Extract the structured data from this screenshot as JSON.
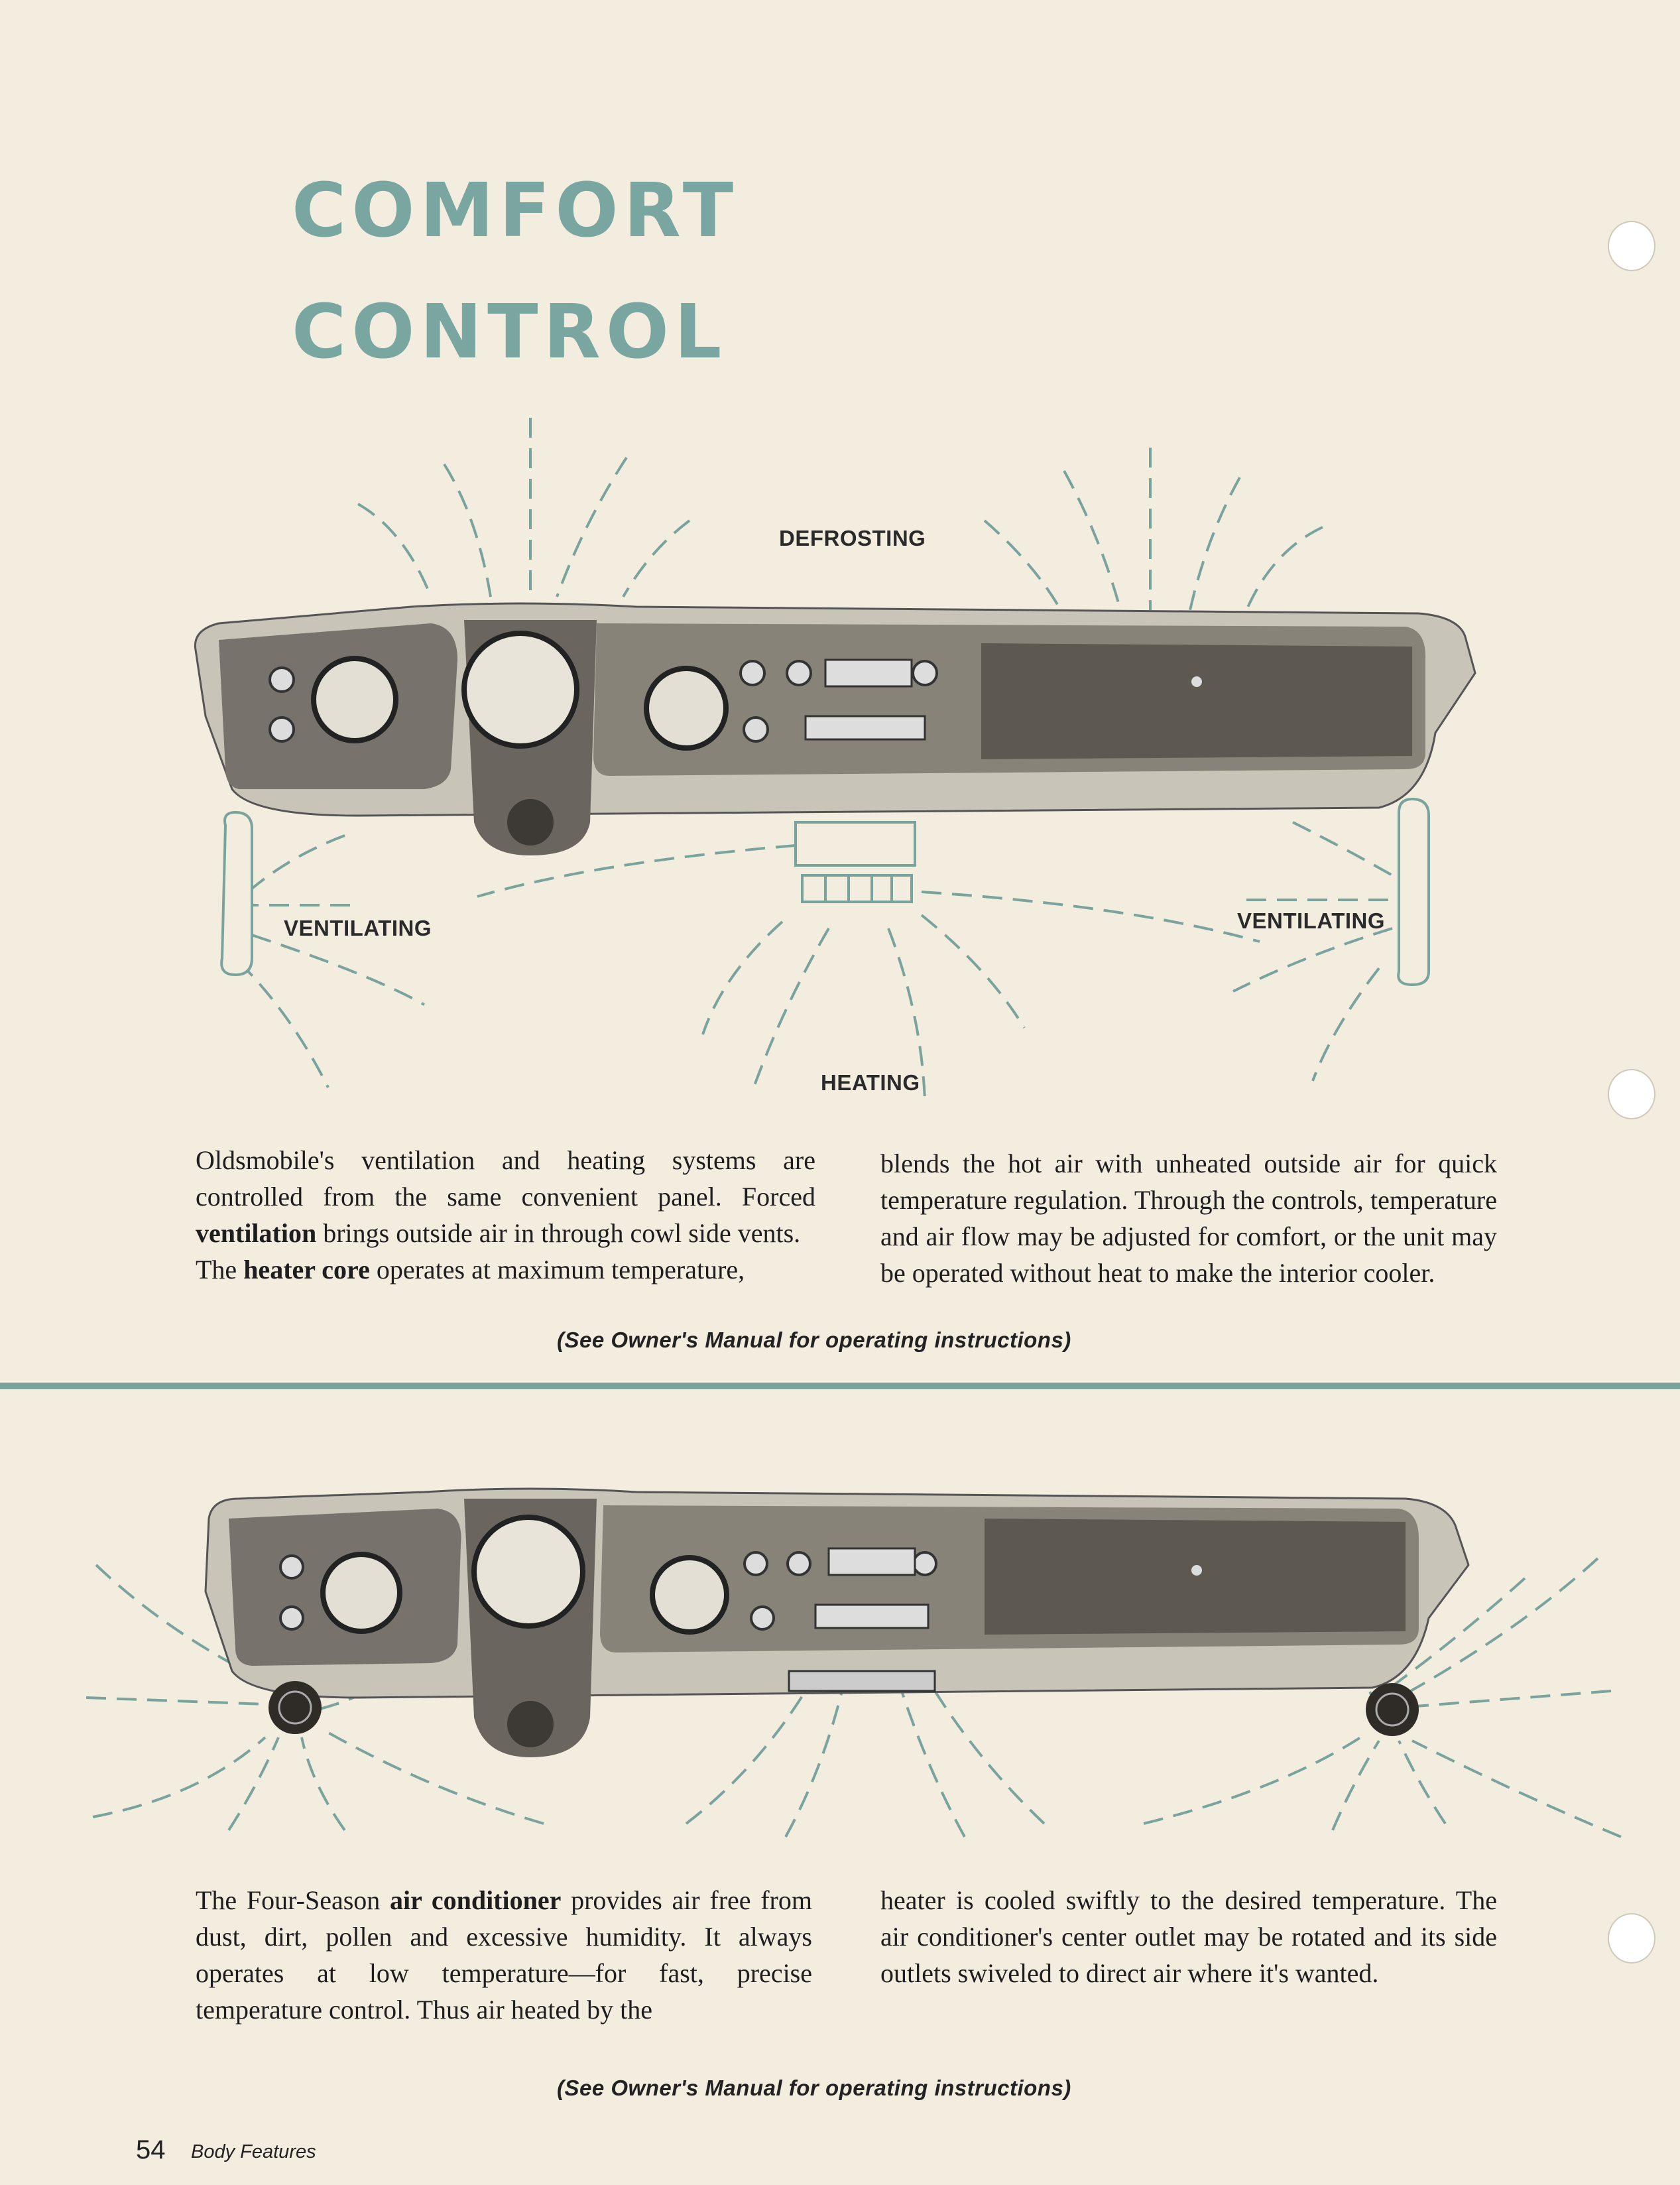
{
  "header": {
    "title_line1": "COMFORT",
    "title_line2": "CONTROL"
  },
  "diagram_top": {
    "labels": {
      "defrosting": "DEFROSTING",
      "ventilating_left": "VENTILATING",
      "ventilating_right": "VENTILATING",
      "heating": "HEATING"
    },
    "line_color": "#7ba39e"
  },
  "section1": {
    "col1": {
      "p1_a": "Oldsmobile's ventilation and heating systems are controlled from the same convenient panel. Forced ",
      "p1_bold": "ventilation",
      "p1_b": " brings outside air in through cowl side vents.",
      "p2_a": "The ",
      "p2_bold": "heater core",
      "p2_b": " operates at maximum temperature,"
    },
    "col2": {
      "text": "blends the hot air with unheated outside air for quick temperature regulation. Through the controls, temperature and air flow may be adjusted for comfort, or the unit may be operated without heat to make the interior cooler."
    },
    "note": "(See Owner's Manual for operating instructions)"
  },
  "section2": {
    "col1": {
      "a": "The Four-Season ",
      "bold": "air conditioner",
      "b": " provides air free from dust, dirt, pollen and excessive humidity. It always operates at low temperature—for fast, precise temperature control. Thus air heated by the"
    },
    "col2": {
      "text": "heater is cooled swiftly to the desired temperature. The air conditioner's center outlet may be rotated and its side outlets swiveled to direct air where it's wanted."
    },
    "note": "(See Owner's Manual for operating instructions)"
  },
  "footer": {
    "page_number": "54",
    "section": "Body Features"
  },
  "colors": {
    "accent": "#7aa6a1",
    "paper": "#f3ede0"
  }
}
